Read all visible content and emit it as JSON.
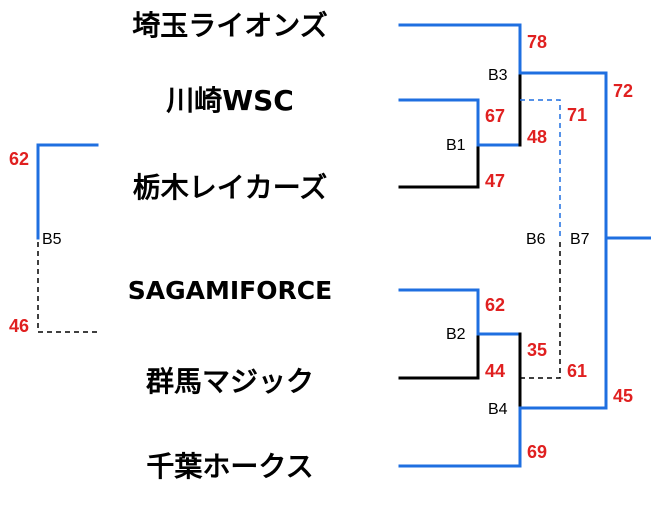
{
  "teams": [
    "埼玉ライオンズ",
    "川崎WSC",
    "栃木レイカーズ",
    "SAGAMIFORCE",
    "群馬マジック",
    "千葉ホークス"
  ],
  "games": {
    "B1": {
      "label": "B1",
      "scores": [
        "67",
        "47"
      ]
    },
    "B2": {
      "label": "B2",
      "scores": [
        "62",
        "44"
      ]
    },
    "B3": {
      "label": "B3",
      "scores": [
        "78",
        "48"
      ]
    },
    "B4": {
      "label": "B4",
      "scores": [
        "35",
        "69"
      ]
    },
    "B5": {
      "label": "B5",
      "scores": [
        "62",
        "46"
      ]
    },
    "B6": {
      "label": "B6",
      "scores": [
        "71",
        "61"
      ]
    },
    "B7": {
      "label": "B7",
      "scores": [
        "72",
        "45"
      ]
    }
  },
  "colors": {
    "winner_line": "#1f6fe0",
    "loser_line": "#000000",
    "score_text": "#e02020"
  }
}
